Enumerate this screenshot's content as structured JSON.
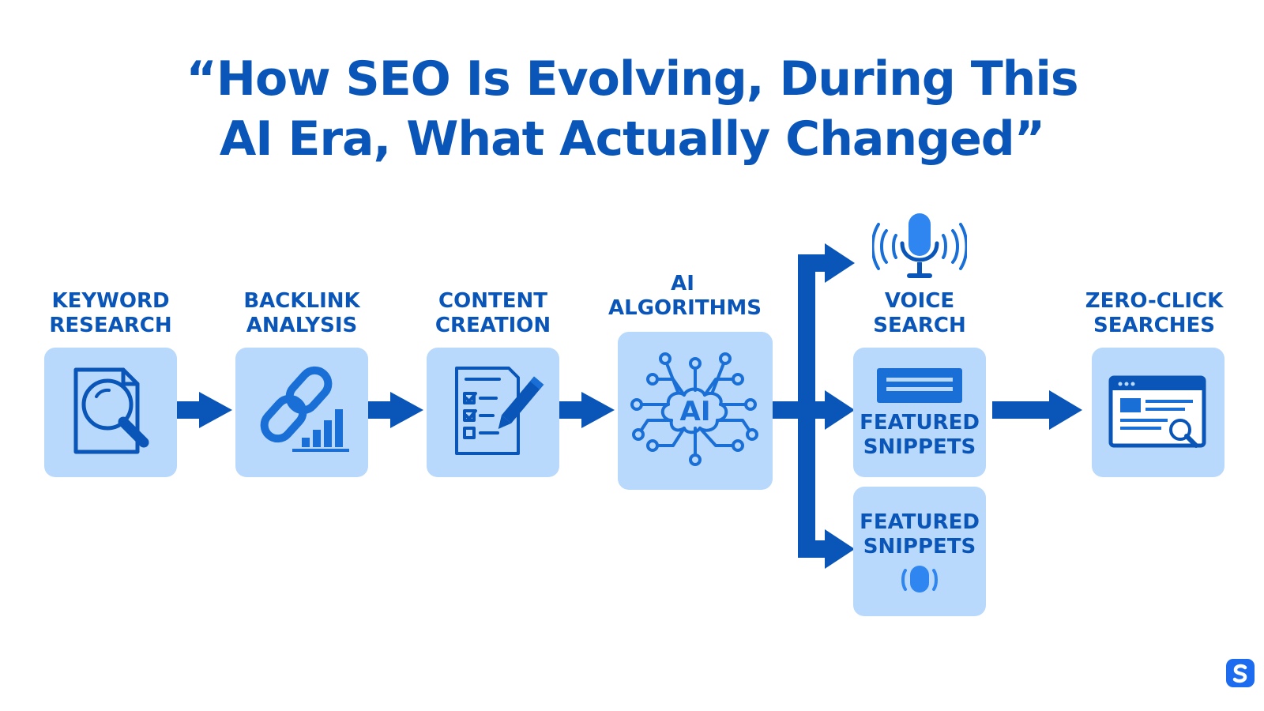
{
  "title": {
    "line1": "“How SEO Is Evolving, During This",
    "line2": "AI Era, What Actually Changed”"
  },
  "nodes": {
    "keyword": {
      "line1": "KEYWORD",
      "line2": "RESEARCH",
      "icon": "magnifier-document-icon"
    },
    "backlink": {
      "line1": "BACKLINK",
      "line2": "ANALYSIS",
      "icon": "chain-link-bar-chart-icon"
    },
    "content": {
      "line1": "CONTENT",
      "line2": "CREATION",
      "icon": "checklist-pencil-icon"
    },
    "ai": {
      "line1": "AI",
      "line2": "ALGORITHMS",
      "icon": "ai-brain-circuit-icon",
      "badge": "AI"
    },
    "voice": {
      "line1": "VOICE",
      "line2": "SEARCH",
      "icon": "microphone-waves-icon"
    },
    "featured_top": {
      "line1": "FEATURED",
      "line2": "SNIPPETS",
      "icon": "snippet-card-icon"
    },
    "featured_bottom": {
      "line1": "FEATURED",
      "line2": "SNIPPETS",
      "icon": "speaker-icon"
    },
    "zero_click": {
      "line1": "ZERO-CLICK",
      "line2": "SEARCHES",
      "icon": "browser-search-icon"
    }
  },
  "colors": {
    "primary": "#0a55b8",
    "box": "#b8d9fb",
    "icon": "#1a6fd6",
    "accent": "#2f86f0"
  }
}
